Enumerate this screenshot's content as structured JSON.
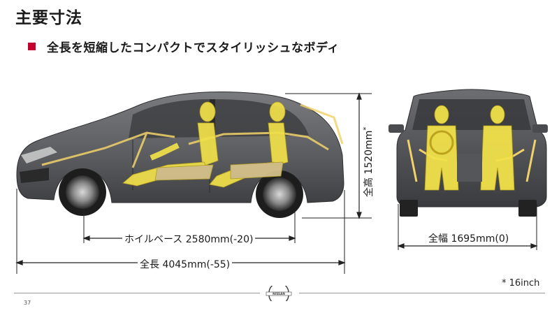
{
  "slide": {
    "title": "主要寸法",
    "bullet": "全長を短縮したコンパクトでスタイリッシュなボディ",
    "page_number": "37",
    "footnote": "* 16inch"
  },
  "dimensions": {
    "wheelbase": "ホイルベース 2580mm(-20)",
    "length": "全長 4045mm(-55)",
    "height": "全高 1520mm",
    "height_note": "*",
    "width": "全幅 1695mm(0)"
  },
  "brand": {
    "logo_text": "NISSAN"
  },
  "colors": {
    "accent": "#c3002f",
    "mannequin": "#f1e14a",
    "body": "#5f6063"
  }
}
